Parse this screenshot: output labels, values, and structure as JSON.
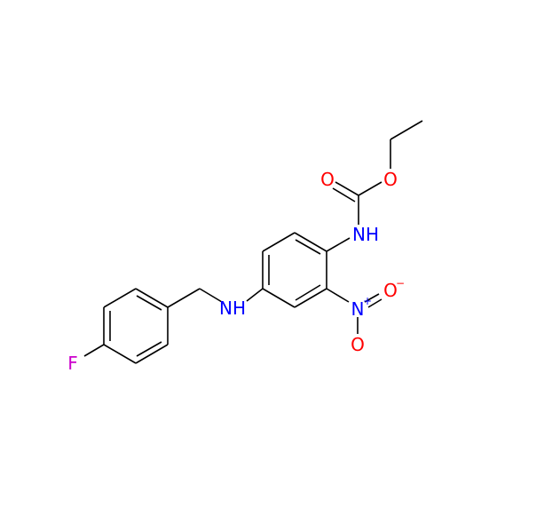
{
  "molecule": {
    "atoms": {
      "fluorine": "F",
      "amine_nh": "NH",
      "carbamate_nh": "NH",
      "carbonyl_o": "O",
      "ester_o": "O",
      "nitro_n": "N",
      "nitro_o_upper": "O",
      "nitro_o_lower": "O"
    },
    "charges": {
      "nitro_n": "+",
      "nitro_o_upper": "−"
    },
    "colors": {
      "bond": "#000000",
      "nitrogen": "#0000ff",
      "oxygen": "#ff0000",
      "fluorine": "#cc00cc"
    }
  }
}
